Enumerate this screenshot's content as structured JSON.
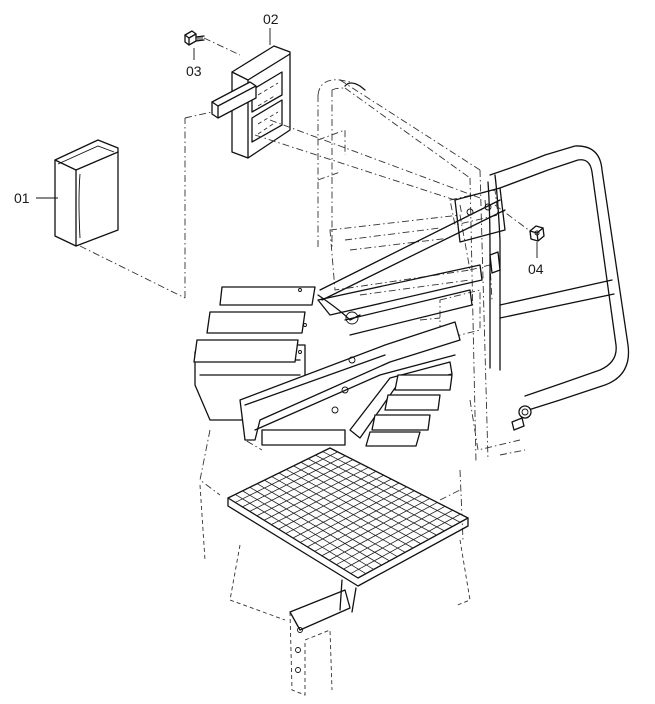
{
  "callouts": {
    "p01": "01",
    "p02": "02",
    "p03": "03",
    "p04": "04"
  }
}
